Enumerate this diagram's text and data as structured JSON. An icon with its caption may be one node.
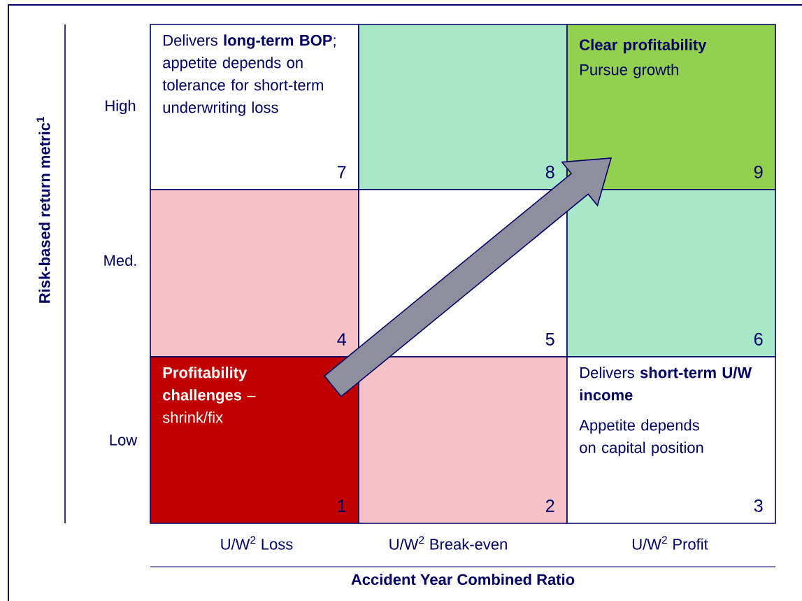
{
  "diagram": {
    "nodes": [
      {
        "text": [
          "Delivers **long-term BOP**; appetite depends on tolerance for short-term underwriting loss",
          "7"
        ]
      },
      {
        "text": [
          "8"
        ]
      },
      {
        "text": [
          "Clear profitability",
          "Pursue growth",
          "9"
        ]
      },
      {
        "text": [
          "4"
        ]
      },
      {
        "text": [
          "5"
        ]
      },
      {
        "text": [
          "6"
        ]
      },
      {
        "text": [
          "**Profitability challenges** – shrink/fix",
          "1"
        ]
      },
      {
        "text": [
          "2"
        ]
      },
      {
        "text": [
          "Delivers **short-term U/W income**",
          "Appetite depends on capital position",
          "3"
        ]
      }
    ],
    "edges": [
      {
        "from": 6,
        "to": 2,
        "arrow": "to",
        "style": "thick"
      }
    ],
    "labels": [
      "Risk-based return metric$^{1}$",
      "High",
      "Med.",
      "Low",
      "U/W$^{2}$ Loss",
      "U/W$^{2}$ Break-even",
      "U/W$^{2}$ Profit",
      "Accident Year Combined Ratio"
    ]
  }
}
